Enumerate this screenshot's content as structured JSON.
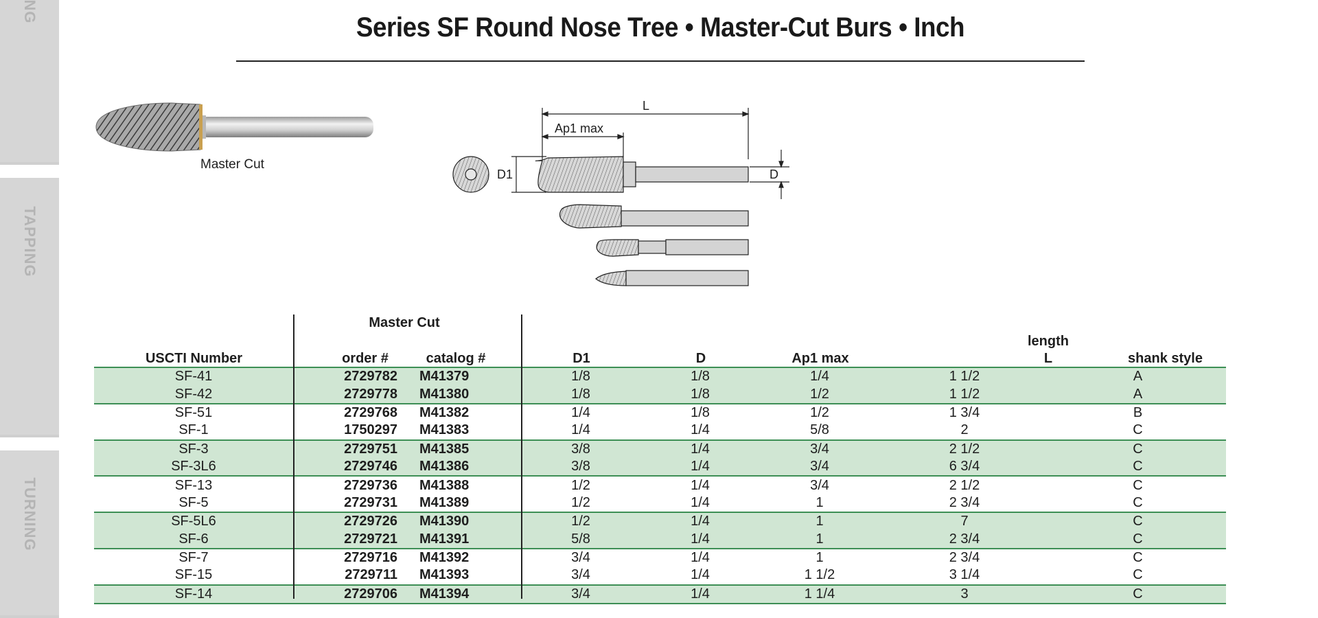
{
  "side_tabs": [
    {
      "label": "NG"
    },
    {
      "label": "TAPPING"
    },
    {
      "label": "TURNING"
    }
  ],
  "title": "Series SF Round Nose Tree • Master-Cut Burs • Inch",
  "product_caption": "Master Cut",
  "diagram_labels": {
    "length": "L",
    "cut_length": "Ap1 max",
    "head_diameter": "D1",
    "shank_diameter": "D"
  },
  "table": {
    "group_header": "Master Cut",
    "headers": {
      "usct": "USCTI Number",
      "order": "order #",
      "catalog": "catalog #",
      "d1": "D1",
      "d": "D",
      "ap1": "Ap1 max",
      "length_top": "length",
      "length": "L",
      "shank": "shank style"
    },
    "rows": [
      [
        "SF-41",
        "2729782",
        "M41379",
        "1/8",
        "1/8",
        "1/4",
        "1 1/2",
        "A"
      ],
      [
        "SF-42",
        "2729778",
        "M41380",
        "1/8",
        "1/8",
        "1/2",
        "1 1/2",
        "A"
      ],
      [
        "SF-51",
        "2729768",
        "M41382",
        "1/4",
        "1/8",
        "1/2",
        "1 3/4",
        "B"
      ],
      [
        "SF-1",
        "1750297",
        "M41383",
        "1/4",
        "1/4",
        "5/8",
        "2",
        "C"
      ],
      [
        "SF-3",
        "2729751",
        "M41385",
        "3/8",
        "1/4",
        "3/4",
        "2 1/2",
        "C"
      ],
      [
        "SF-3L6",
        "2729746",
        "M41386",
        "3/8",
        "1/4",
        "3/4",
        "6 3/4",
        "C"
      ],
      [
        "SF-13",
        "2729736",
        "M41388",
        "1/2",
        "1/4",
        "3/4",
        "2 1/2",
        "C"
      ],
      [
        "SF-5",
        "2729731",
        "M41389",
        "1/2",
        "1/4",
        "1",
        "2 3/4",
        "C"
      ],
      [
        "SF-5L6",
        "2729726",
        "M41390",
        "1/2",
        "1/4",
        "1",
        "7",
        "C"
      ],
      [
        "SF-6",
        "2729721",
        "M41391",
        "5/8",
        "1/4",
        "1",
        "2 3/4",
        "C"
      ],
      [
        "SF-7",
        "2729716",
        "M41392",
        "3/4",
        "1/4",
        "1",
        "2 3/4",
        "C"
      ],
      [
        "SF-15",
        "2729711",
        "M41393",
        "3/4",
        "1/4",
        "1 1/2",
        "3 1/4",
        "C"
      ],
      [
        "SF-14",
        "2729706",
        "M41394",
        "3/4",
        "1/4",
        "1 1/4",
        "3",
        "C"
      ]
    ]
  }
}
